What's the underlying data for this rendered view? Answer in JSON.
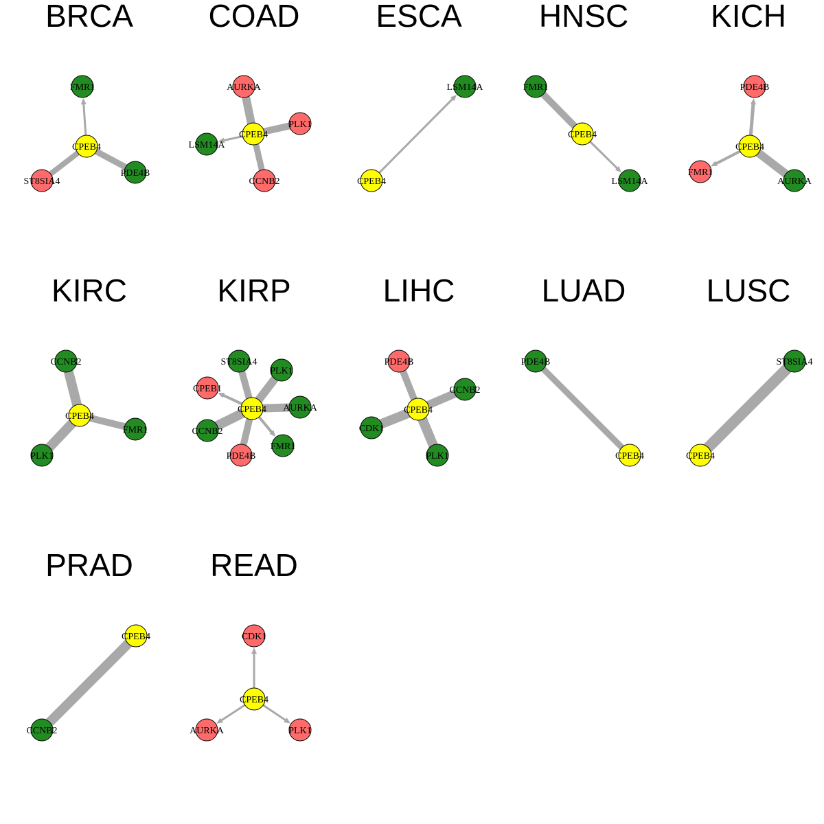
{
  "colors": {
    "up": "#FF6A6A",
    "down": "#228B22",
    "center": "#FFFF00",
    "edge": "#A9A9A9"
  },
  "panels": [
    {
      "title": "BRCA",
      "nodes": [
        {
          "id": "CPEB4",
          "type": "center"
        },
        {
          "id": "FMR1",
          "type": "down"
        },
        {
          "id": "ST8SIA4",
          "type": "up"
        },
        {
          "id": "PDE4B",
          "type": "down"
        }
      ],
      "edges": [
        {
          "to": "FMR1",
          "weight": 3,
          "arrow": true
        },
        {
          "to": "ST8SIA4",
          "weight": 8,
          "arrow": false
        },
        {
          "to": "PDE4B",
          "weight": 9,
          "arrow": false
        }
      ]
    },
    {
      "title": "COAD",
      "nodes": [
        {
          "id": "CPEB4",
          "type": "center"
        },
        {
          "id": "AURKA",
          "type": "up"
        },
        {
          "id": "PLK1",
          "type": "up"
        },
        {
          "id": "LSM14A",
          "type": "down"
        },
        {
          "id": "CCNB2",
          "type": "up"
        }
      ],
      "edges": [
        {
          "to": "AURKA",
          "weight": 12,
          "arrow": false
        },
        {
          "to": "PLK1",
          "weight": 10,
          "arrow": false
        },
        {
          "to": "CCNB2",
          "weight": 9,
          "arrow": false
        },
        {
          "to": "LSM14A",
          "weight": 3,
          "arrow": true
        }
      ]
    },
    {
      "title": "ESCA",
      "nodes": [
        {
          "id": "CPEB4",
          "type": "center"
        },
        {
          "id": "LSM14A",
          "type": "down"
        }
      ],
      "edges": [
        {
          "to": "LSM14A",
          "weight": 3,
          "arrow": true
        }
      ]
    },
    {
      "title": "HNSC",
      "nodes": [
        {
          "id": "CPEB4",
          "type": "center"
        },
        {
          "id": "FMR1",
          "type": "down"
        },
        {
          "id": "LSM14A",
          "type": "down"
        }
      ],
      "edges": [
        {
          "to": "FMR1",
          "weight": 10,
          "arrow": false
        },
        {
          "to": "LSM14A",
          "weight": 3,
          "arrow": true
        }
      ]
    },
    {
      "title": "KICH",
      "nodes": [
        {
          "id": "CPEB4",
          "type": "center"
        },
        {
          "id": "PDE4B",
          "type": "up"
        },
        {
          "id": "FMR1",
          "type": "up"
        },
        {
          "id": "AURKA",
          "type": "down"
        }
      ],
      "edges": [
        {
          "to": "PDE4B",
          "weight": 5,
          "arrow": true
        },
        {
          "to": "FMR1",
          "weight": 4,
          "arrow": true
        },
        {
          "to": "AURKA",
          "weight": 12,
          "arrow": false
        }
      ]
    },
    {
      "title": "KIRC",
      "nodes": [
        {
          "id": "CPEB4",
          "type": "center"
        },
        {
          "id": "CCNB2",
          "type": "down"
        },
        {
          "id": "PLK1",
          "type": "down"
        },
        {
          "id": "FMR1",
          "type": "down"
        }
      ],
      "edges": [
        {
          "to": "CCNB2",
          "weight": 14,
          "arrow": false
        },
        {
          "to": "PLK1",
          "weight": 14,
          "arrow": false
        },
        {
          "to": "FMR1",
          "weight": 10,
          "arrow": false
        }
      ]
    },
    {
      "title": "KIRP",
      "nodes": [
        {
          "id": "CPEB4",
          "type": "center"
        },
        {
          "id": "ST8SIA4",
          "type": "down"
        },
        {
          "id": "PLK1",
          "type": "down"
        },
        {
          "id": "CPEB1",
          "type": "up"
        },
        {
          "id": "AURKA",
          "type": "down"
        },
        {
          "id": "CCNB2",
          "type": "down"
        },
        {
          "id": "PDE4B",
          "type": "up"
        },
        {
          "id": "FMR1",
          "type": "down"
        }
      ],
      "edges": [
        {
          "to": "ST8SIA4",
          "weight": 10,
          "arrow": false
        },
        {
          "to": "PLK1",
          "weight": 12,
          "arrow": false
        },
        {
          "to": "CPEB1",
          "weight": 4,
          "arrow": true
        },
        {
          "to": "AURKA",
          "weight": 12,
          "arrow": false
        },
        {
          "to": "CCNB2",
          "weight": 14,
          "arrow": false
        },
        {
          "to": "PDE4B",
          "weight": 10,
          "arrow": false
        },
        {
          "to": "FMR1",
          "weight": 4,
          "arrow": true
        }
      ]
    },
    {
      "title": "LIHC",
      "nodes": [
        {
          "id": "CPEB4",
          "type": "center"
        },
        {
          "id": "PDE4B",
          "type": "up"
        },
        {
          "id": "CCNB2",
          "type": "down"
        },
        {
          "id": "CDK1",
          "type": "down"
        },
        {
          "id": "PLK1",
          "type": "down"
        }
      ],
      "edges": [
        {
          "to": "PDE4B",
          "weight": 10,
          "arrow": false
        },
        {
          "to": "CCNB2",
          "weight": 12,
          "arrow": false
        },
        {
          "to": "CDK1",
          "weight": 14,
          "arrow": false
        },
        {
          "to": "PLK1",
          "weight": 14,
          "arrow": false
        }
      ]
    },
    {
      "title": "LUAD",
      "nodes": [
        {
          "id": "CPEB4",
          "type": "center"
        },
        {
          "id": "PDE4B",
          "type": "down"
        }
      ],
      "edges": [
        {
          "to": "PDE4B",
          "weight": 9,
          "arrow": false
        }
      ]
    },
    {
      "title": "LUSC",
      "nodes": [
        {
          "id": "CPEB4",
          "type": "center"
        },
        {
          "id": "ST8SIA4",
          "type": "down"
        }
      ],
      "edges": [
        {
          "to": "ST8SIA4",
          "weight": 16,
          "arrow": false
        }
      ]
    },
    {
      "title": "PRAD",
      "nodes": [
        {
          "id": "CPEB4",
          "type": "center"
        },
        {
          "id": "CCNB2",
          "type": "down"
        }
      ],
      "edges": [
        {
          "to": "CCNB2",
          "weight": 14,
          "arrow": false
        }
      ]
    },
    {
      "title": "READ",
      "nodes": [
        {
          "id": "CPEB4",
          "type": "center"
        },
        {
          "id": "CDK1",
          "type": "up"
        },
        {
          "id": "AURKA",
          "type": "up"
        },
        {
          "id": "PLK1",
          "type": "up"
        }
      ],
      "edges": [
        {
          "to": "CDK1",
          "weight": 3,
          "arrow": true
        },
        {
          "to": "AURKA",
          "weight": 3,
          "arrow": true
        },
        {
          "to": "PLK1",
          "weight": 3,
          "arrow": true
        }
      ]
    }
  ]
}
